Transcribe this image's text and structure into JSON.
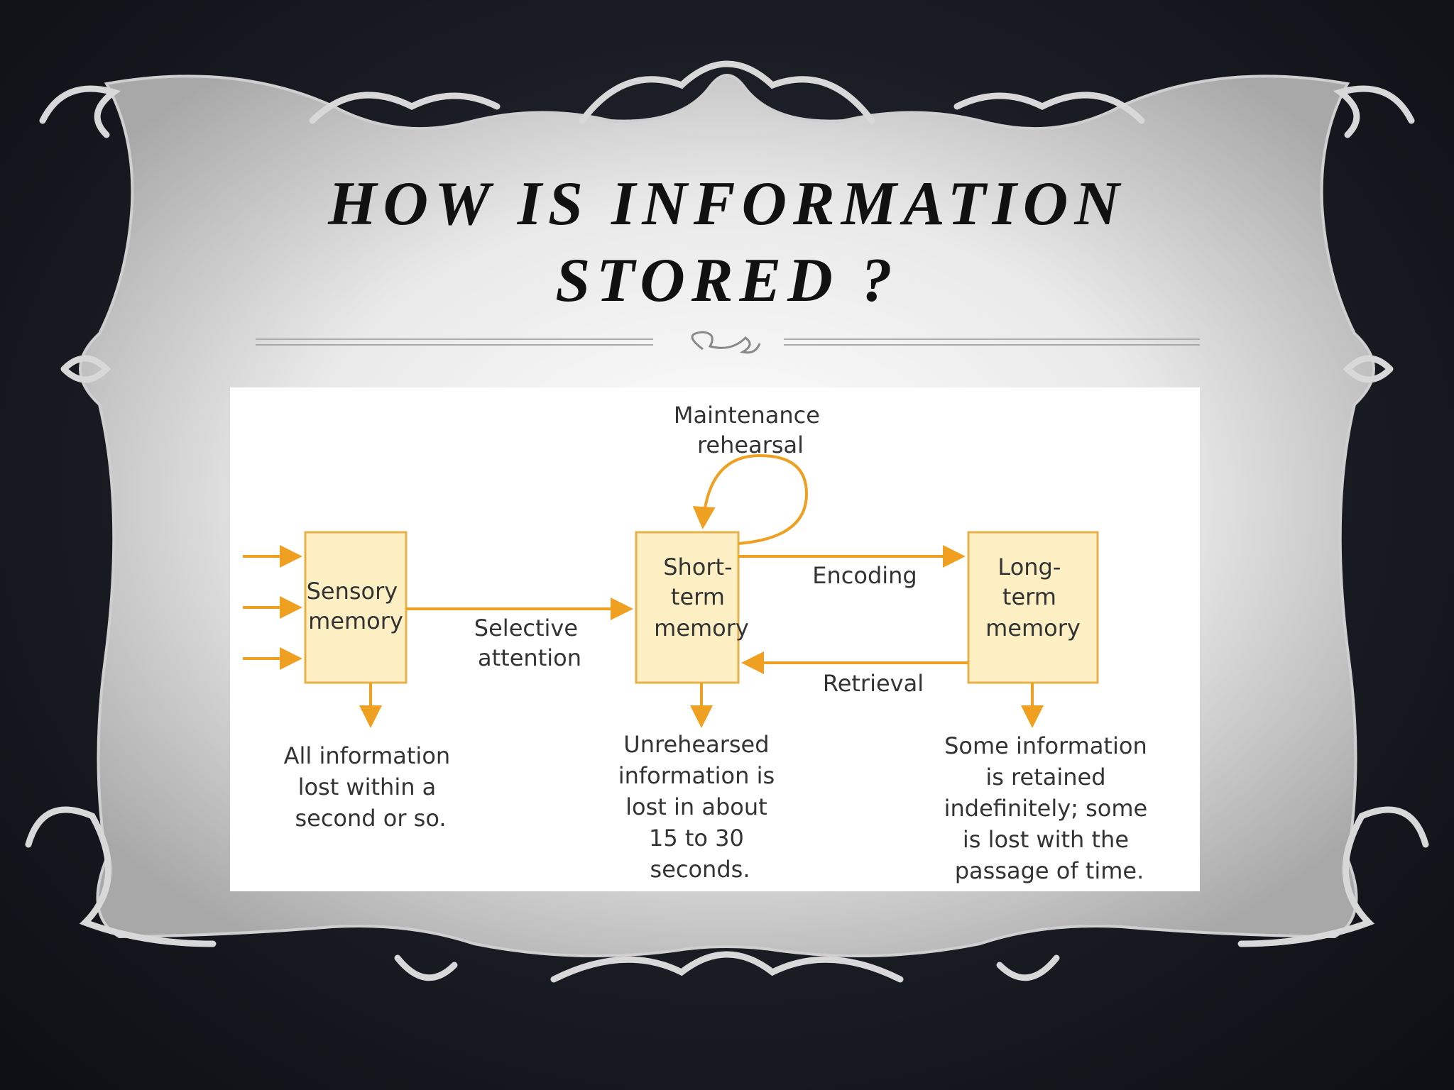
{
  "slide": {
    "title_line1": "HOW IS INFORMATION",
    "title_line2": "STORED ?",
    "accent_color": "#f0a020",
    "box_fill": "#fcefc4"
  },
  "diagram": {
    "loop_label": [
      "Maintenance",
      "rehearsal"
    ],
    "boxes": {
      "sensory": [
        "Sensory",
        "memory"
      ],
      "short_term": [
        "Short-",
        "term",
        "memory"
      ],
      "long_term": [
        "Long-",
        "term",
        "memory"
      ]
    },
    "edges": {
      "selective_attention": [
        "Selective",
        "attention"
      ],
      "encoding": "Encoding",
      "retrieval": "Retrieval"
    },
    "notes": {
      "sensory": [
        "All information",
        "lost within a",
        "second or so."
      ],
      "short_term": [
        "Unrehearsed",
        "information is",
        "lost in about",
        "15 to 30",
        "seconds."
      ],
      "long_term": [
        "Some information",
        "is retained",
        "indefinitely; some",
        "is lost with the",
        "passage of time."
      ]
    }
  }
}
